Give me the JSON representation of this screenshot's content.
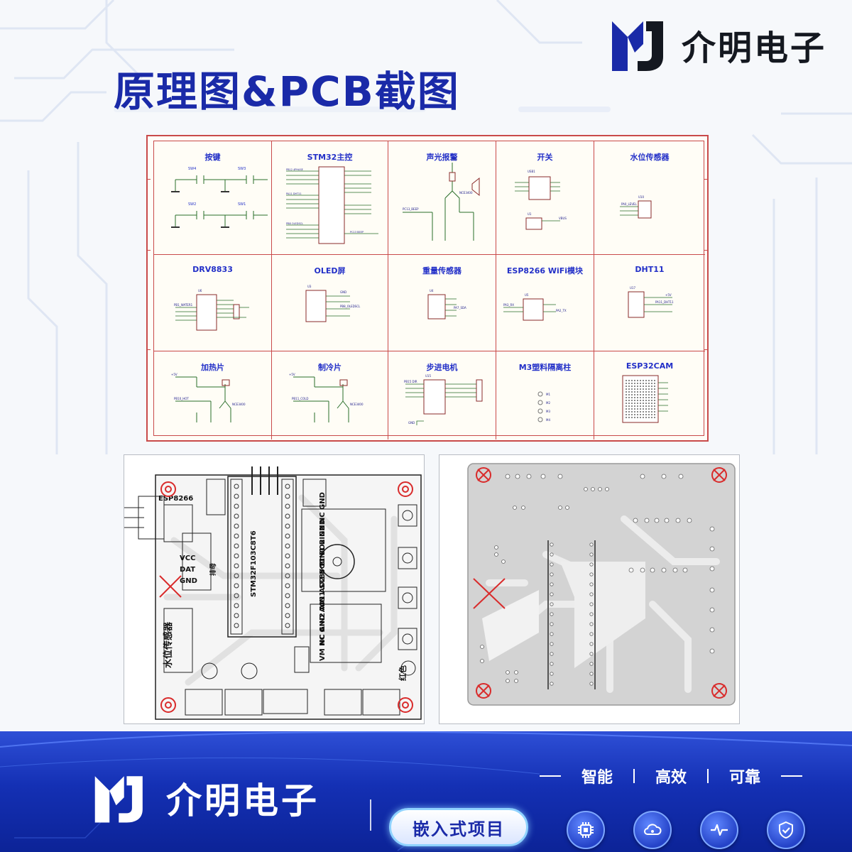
{
  "header": {
    "title": "原理图&PCB截图",
    "brand_name": "介明电子"
  },
  "schematic": {
    "cells": [
      {
        "title": "按键"
      },
      {
        "title": "STM32主控"
      },
      {
        "title": "声光报警"
      },
      {
        "title": "开关"
      },
      {
        "title": "水位传感器"
      },
      {
        "title": "DRV8833"
      },
      {
        "title": "OLED屏"
      },
      {
        "title": "重量传感器"
      },
      {
        "title": "ESP8266 WiFi模块"
      },
      {
        "title": "DHT11"
      },
      {
        "title": "加热片"
      },
      {
        "title": "制冷片"
      },
      {
        "title": "步进电机"
      },
      {
        "title": "M3塑料隔离柱"
      },
      {
        "title": "ESP32CAM"
      }
    ]
  },
  "pcb_top": {
    "labels": {
      "esp": "ESP8266",
      "mcu": "STM32F103C8T6",
      "vcc": "VCC",
      "dat": "DAT",
      "gnd": "GND",
      "water": "水位传感器",
      "header": "排母",
      "red": "红色",
      "drv_top": "NC AIN2 AIN1 STBY BIN1 BIN2 NC GND",
      "drv_bottom": "VM NC GND AO1 AO2 BO1 BO2 GND"
    }
  },
  "footer": {
    "brand_name": "介明电子",
    "tag": "嵌入式项目",
    "slogan": [
      "智能",
      "高效",
      "可靠"
    ],
    "icons": [
      "chip-icon",
      "cloud-icon",
      "pulse-icon",
      "shield-check-icon"
    ]
  },
  "colors": {
    "brand_blue": "#1a2aa8",
    "schematic_border": "#c94a4a",
    "schematic_title": "#2330c8",
    "pcb_mark": "#d92b2b"
  }
}
